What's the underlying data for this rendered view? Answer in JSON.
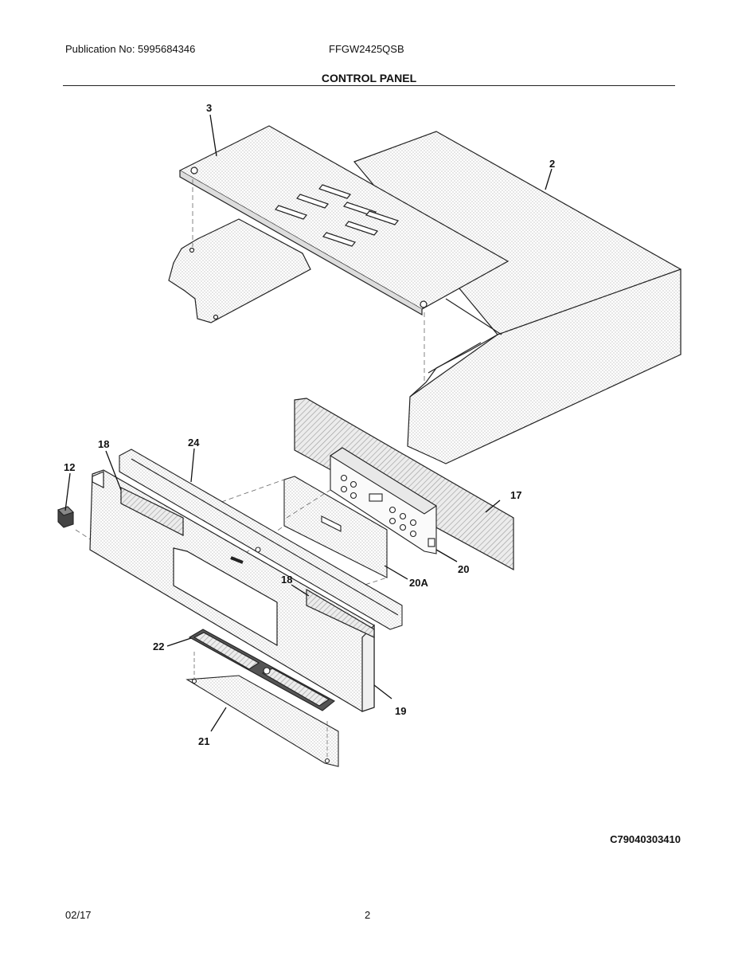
{
  "header": {
    "publication": "Publication No:  5995684346",
    "model": "FFGW2425QSB",
    "section_title": "CONTROL PANEL"
  },
  "callouts": {
    "p3": "3",
    "p2": "2",
    "p18a": "18",
    "p24": "24",
    "p12": "12",
    "p17": "17",
    "p20": "20",
    "p20a": "20A",
    "p18b": "18",
    "p22": "22",
    "p19": "19",
    "p21": "21"
  },
  "diagram_code": "C79040303410",
  "footer": {
    "date": "02/17",
    "page": "2"
  }
}
